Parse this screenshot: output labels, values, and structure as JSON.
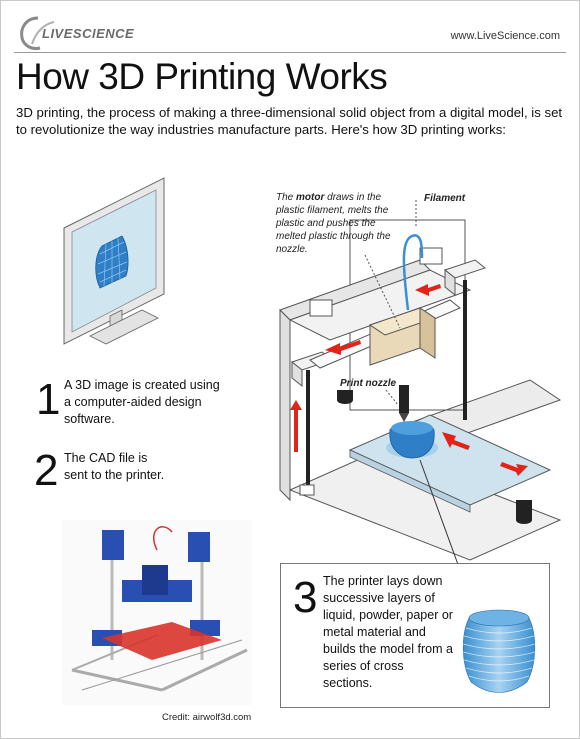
{
  "header": {
    "logo_text": "LIVESCIENCE",
    "site_url": "www.LiveScience.com"
  },
  "title": "How 3D Printing Works",
  "intro": "3D printing, the process of making a three-dimensional solid object from a digital model, is set to revolutionize the way industries manufacture parts. Here's how 3D printing works:",
  "callouts": {
    "motor_bold": "motor",
    "motor_pre": "The ",
    "motor_post": " draws in the plastic filament, melts the plastic and pushes the melted plastic through the nozzle.",
    "filament": "Filament",
    "nozzle": "Print nozzle"
  },
  "steps": [
    {
      "number": "1",
      "text": "A 3D image is created using a computer-aided design software."
    },
    {
      "number": "2",
      "text": "The CAD file is sent to the printer."
    },
    {
      "number": "3",
      "text": "The printer lays down successive layers of liquid, powder, paper or metal material and builds the model from a series of cross sections."
    }
  ],
  "credit": "Credit: airwolf3d.com",
  "colors": {
    "model_blue": "#3a8fd0",
    "arrow_red": "#e2231a",
    "bed_blue": "#cfe3ef",
    "frame_gray": "#e6e6e6"
  }
}
